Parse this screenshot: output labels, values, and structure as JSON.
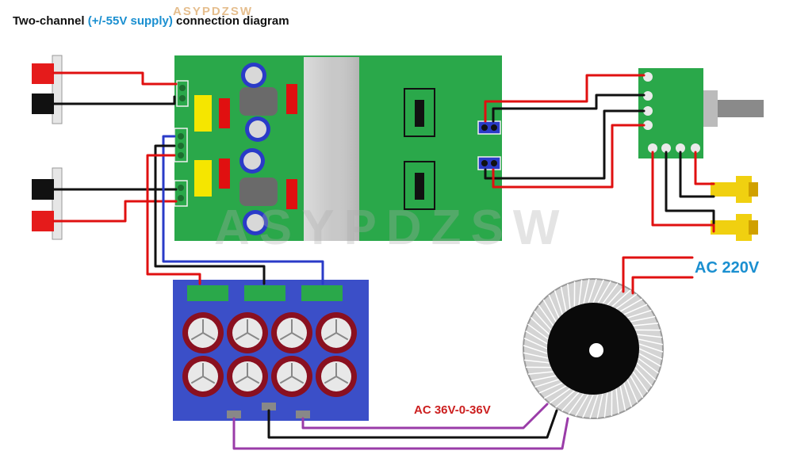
{
  "header": {
    "title_prefix": "Two-channel",
    "title_accent": "(+/-55V supply)",
    "title_suffix": "connection diagram"
  },
  "watermark": {
    "small": "ASYPDZSW",
    "large": "ASYPDZSW"
  },
  "labels": {
    "mains": "AC 220V",
    "secondary": "AC 36V-0-36V"
  },
  "colors": {
    "amp_board": "#2aa84a",
    "heatsink": "#c8c8c8",
    "psu_board": "#3b4fc8",
    "wire_red": "#e01010",
    "wire_black": "#111111",
    "wire_blue": "#2a3bc8",
    "wire_purple": "#9a3ca8",
    "rca_gold": "#f0d010",
    "accent_blue": "#1a8fd0",
    "accent_red": "#cc1f1f"
  }
}
